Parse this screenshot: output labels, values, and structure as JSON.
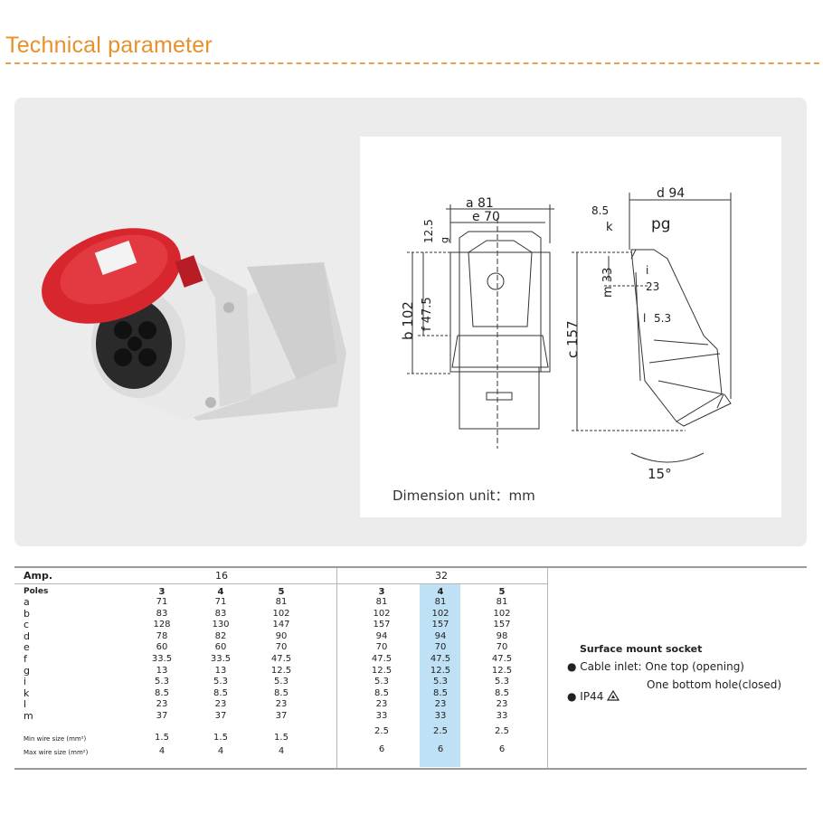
{
  "header": {
    "title": "Technical parameter"
  },
  "drawing": {
    "unit_label": "Dimension unit：mm",
    "labels": {
      "a": "a 81",
      "e": "e 70",
      "b": "b 102",
      "f": "f 47.5",
      "g": "12.5",
      "gletter": "g",
      "d": "d 94",
      "k_val": "8.5",
      "k": "k",
      "pg": "pg",
      "m": "m 33",
      "i": "i",
      "i_val": "23",
      "l": "l",
      "l_val": "5.3",
      "c": "c 157",
      "angle": "15°"
    }
  },
  "table": {
    "amp_label": "Amp.",
    "amp_16": "16",
    "amp_32": "32",
    "poles_label": "Poles",
    "poles": [
      "3",
      "4",
      "5",
      "3",
      "4",
      "5"
    ],
    "rows": [
      {
        "label": "a",
        "values": [
          "71",
          "71",
          "81",
          "81",
          "81",
          "81"
        ]
      },
      {
        "label": "b",
        "values": [
          "83",
          "83",
          "102",
          "102",
          "102",
          "102"
        ]
      },
      {
        "label": "c",
        "values": [
          "128",
          "130",
          "147",
          "157",
          "157",
          "157"
        ]
      },
      {
        "label": "d",
        "values": [
          "78",
          "82",
          "90",
          "94",
          "94",
          "98"
        ]
      },
      {
        "label": "e",
        "values": [
          "60",
          "60",
          "70",
          "70",
          "70",
          "70"
        ]
      },
      {
        "label": "f",
        "values": [
          "33.5",
          "33.5",
          "47.5",
          "47.5",
          "47.5",
          "47.5"
        ]
      },
      {
        "label": "g",
        "values": [
          "13",
          "13",
          "12.5",
          "12.5",
          "12.5",
          "12.5"
        ]
      },
      {
        "label": "i",
        "values": [
          "5.3",
          "5.3",
          "5.3",
          "5.3",
          "5.3",
          "5.3"
        ]
      },
      {
        "label": "k",
        "values": [
          "8.5",
          "8.5",
          "8.5",
          "8.5",
          "8.5",
          "8.5"
        ]
      },
      {
        "label": "l",
        "values": [
          "23",
          "23",
          "23",
          "23",
          "23",
          "23"
        ]
      },
      {
        "label": "m",
        "values": [
          "37",
          "37",
          "37",
          "33",
          "33",
          "33"
        ]
      }
    ],
    "min_wire": {
      "label": "Min wire size (mm²)",
      "values": [
        "1.5",
        "1.5",
        "1.5",
        "2.5",
        "2.5",
        "2.5"
      ]
    },
    "max_wire": {
      "label": "Max wire size (mm²)",
      "values": [
        "4",
        "4",
        "4",
        "6",
        "6",
        "6"
      ]
    }
  },
  "notes": {
    "heading": "Surface mount socket",
    "cable_inlet": "Cable inlet: One top (opening)",
    "bottom_hole": "One bottom hole(closed)",
    "ip": "IP44"
  },
  "colors": {
    "title": "#e8902a",
    "highlight": "#bfe1f6",
    "socket_red": "#d8262e",
    "socket_grey": "#e2e2e2"
  }
}
